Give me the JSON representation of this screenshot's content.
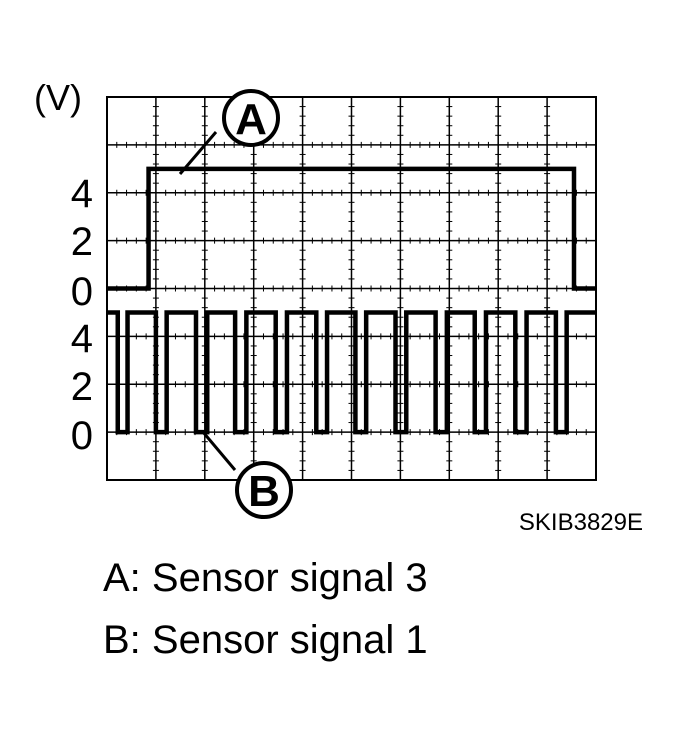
{
  "chart_data": {
    "type": "line",
    "unit_label": "(V)",
    "figure_code": "SKIB3829E",
    "grid": true,
    "x_divisions": 10,
    "y_divisions": 8,
    "upper_trace": {
      "marker": "A",
      "y_ticks": [
        "4",
        "2",
        "0"
      ],
      "low_v": 0,
      "high_v": 5,
      "rise_div": 0.85,
      "fall_div": 9.55,
      "points": [
        [
          0,
          0
        ],
        [
          0.85,
          0
        ],
        [
          0.85,
          5
        ],
        [
          9.55,
          5
        ],
        [
          9.55,
          0
        ],
        [
          10,
          0
        ]
      ]
    },
    "lower_trace": {
      "marker": "B",
      "y_ticks": [
        "4",
        "2",
        "0"
      ],
      "low_v": 0,
      "high_v": 5,
      "pulses": [
        [
          0.22,
          0.42
        ],
        [
          1.0,
          1.22
        ],
        [
          1.82,
          2.05
        ],
        [
          2.62,
          2.85
        ],
        [
          3.45,
          3.68
        ],
        [
          4.28,
          4.5
        ],
        [
          5.08,
          5.3
        ],
        [
          5.9,
          6.12
        ],
        [
          6.72,
          6.95
        ],
        [
          7.52,
          7.75
        ],
        [
          8.35,
          8.58
        ],
        [
          9.18,
          9.4
        ]
      ]
    },
    "legend": [
      {
        "marker": "A",
        "text": "A: Sensor signal 3"
      },
      {
        "marker": "B",
        "text": "B: Sensor signal 1"
      }
    ]
  }
}
